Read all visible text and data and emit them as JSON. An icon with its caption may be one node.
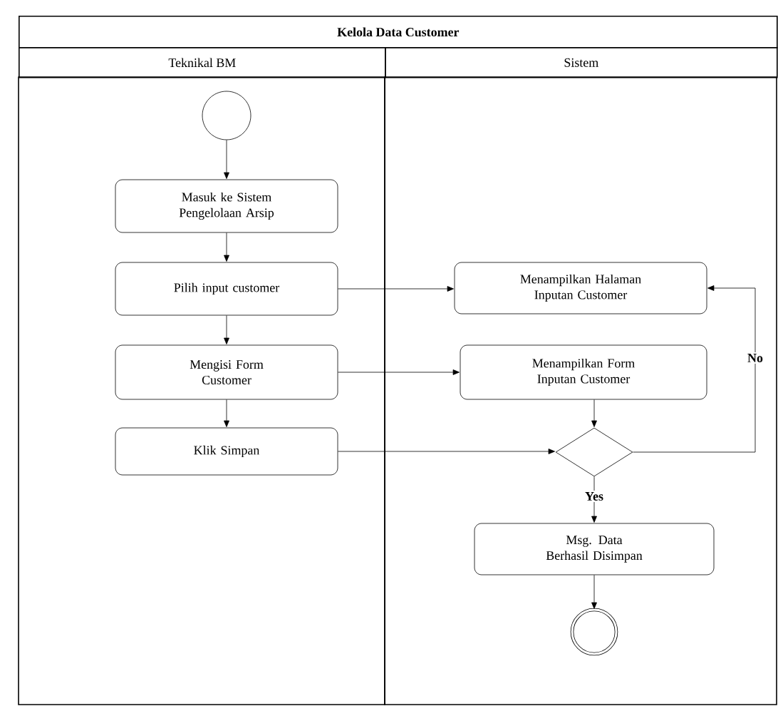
{
  "diagram": {
    "title": "Kelola Data Customer",
    "nodes": [
      {
        "text": [
          "Teknikal BM"
        ]
      },
      {
        "text": [
          "Sistem"
        ]
      },
      {
        "text": [],
        "shape": "circle",
        "in": 0
      },
      {
        "text": [
          "Masuk ke Sistem Pengelolaan Arsip"
        ],
        "in": 0
      },
      {
        "text": [
          "Pilih input customer"
        ],
        "in": 0
      },
      {
        "text": [
          "Menampilkan Halaman Inputan Customer"
        ],
        "in": 1
      },
      {
        "text": [
          "Mengisi Form Customer"
        ],
        "in": 0
      },
      {
        "text": [
          "Menampilkan Form Inputan Customer"
        ],
        "in": 1
      },
      {
        "text": [
          "Klik Simpan"
        ],
        "in": 0
      },
      {
        "text": [],
        "shape": "diamond",
        "in": 1
      },
      {
        "text": [
          "Msg. Data Berhasil Disimpan"
        ],
        "in": 1
      },
      {
        "text": [],
        "shape": "circle",
        "in": 1
      }
    ],
    "edges": [
      {
        "from": 2,
        "to": 3,
        "arrow": "to"
      },
      {
        "from": 3,
        "to": 4,
        "arrow": "to"
      },
      {
        "from": 4,
        "to": 5,
        "arrow": "to"
      },
      {
        "from": 4,
        "to": 6,
        "arrow": "to"
      },
      {
        "from": 6,
        "to": 7,
        "arrow": "to"
      },
      {
        "from": 6,
        "to": 8,
        "arrow": "to"
      },
      {
        "from": 7,
        "to": 9,
        "arrow": "to"
      },
      {
        "from": 8,
        "to": 9,
        "arrow": "to"
      },
      {
        "from": 9,
        "to": 5,
        "arrow": "to",
        "label": "No"
      },
      {
        "from": 9,
        "to": 10,
        "arrow": "to",
        "label": "Yes"
      },
      {
        "from": 10,
        "to": 11,
        "arrow": "to"
      }
    ]
  }
}
